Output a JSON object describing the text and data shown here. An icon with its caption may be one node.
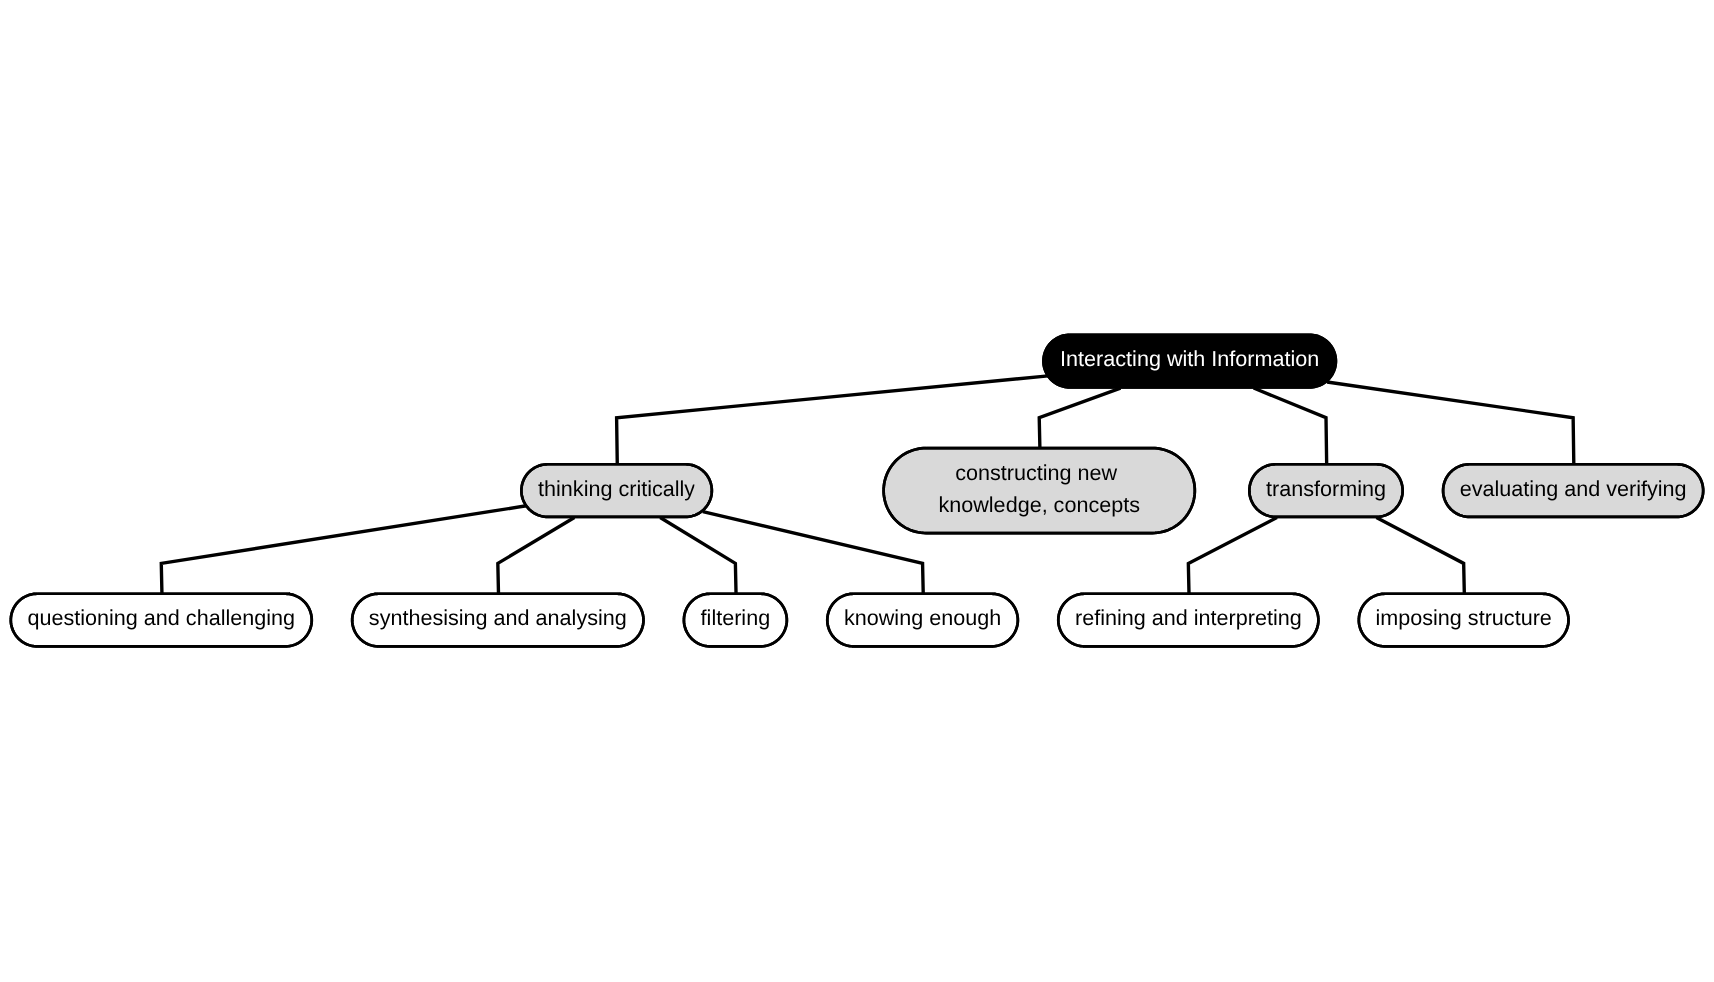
{
  "diagram": {
    "nodes": [
      {
        "text": [
          "Interacting with Information"
        ]
      },
      {
        "text": [
          "thinking critically"
        ]
      },
      {
        "text": [
          "questioning and challenging"
        ]
      },
      {
        "text": [
          "synthesising and analysing"
        ]
      },
      {
        "text": [
          "filtering"
        ]
      },
      {
        "text": [
          "knowing enough"
        ]
      },
      {
        "text": [
          "constructing new knowledge, concepts"
        ]
      },
      {
        "text": [
          "transforming"
        ]
      },
      {
        "text": [
          "refining and interpreting"
        ]
      },
      {
        "text": [
          "imposing structure"
        ]
      },
      {
        "text": [
          "evaluating and verifying"
        ]
      }
    ],
    "edges": [
      {
        "from": 0,
        "to": 1,
        "arrow": "none"
      },
      {
        "from": 1,
        "to": 2,
        "arrow": "none"
      },
      {
        "from": 1,
        "to": 3,
        "arrow": "none"
      },
      {
        "from": 1,
        "to": 4,
        "arrow": "none"
      },
      {
        "from": 1,
        "to": 5,
        "arrow": "none"
      },
      {
        "from": 0,
        "to": 6,
        "arrow": "none"
      },
      {
        "from": 0,
        "to": 7,
        "arrow": "none"
      },
      {
        "from": 7,
        "to": 8,
        "arrow": "none"
      },
      {
        "from": 7,
        "to": 9,
        "arrow": "none"
      },
      {
        "from": 0,
        "to": 10,
        "arrow": "none"
      }
    ]
  }
}
